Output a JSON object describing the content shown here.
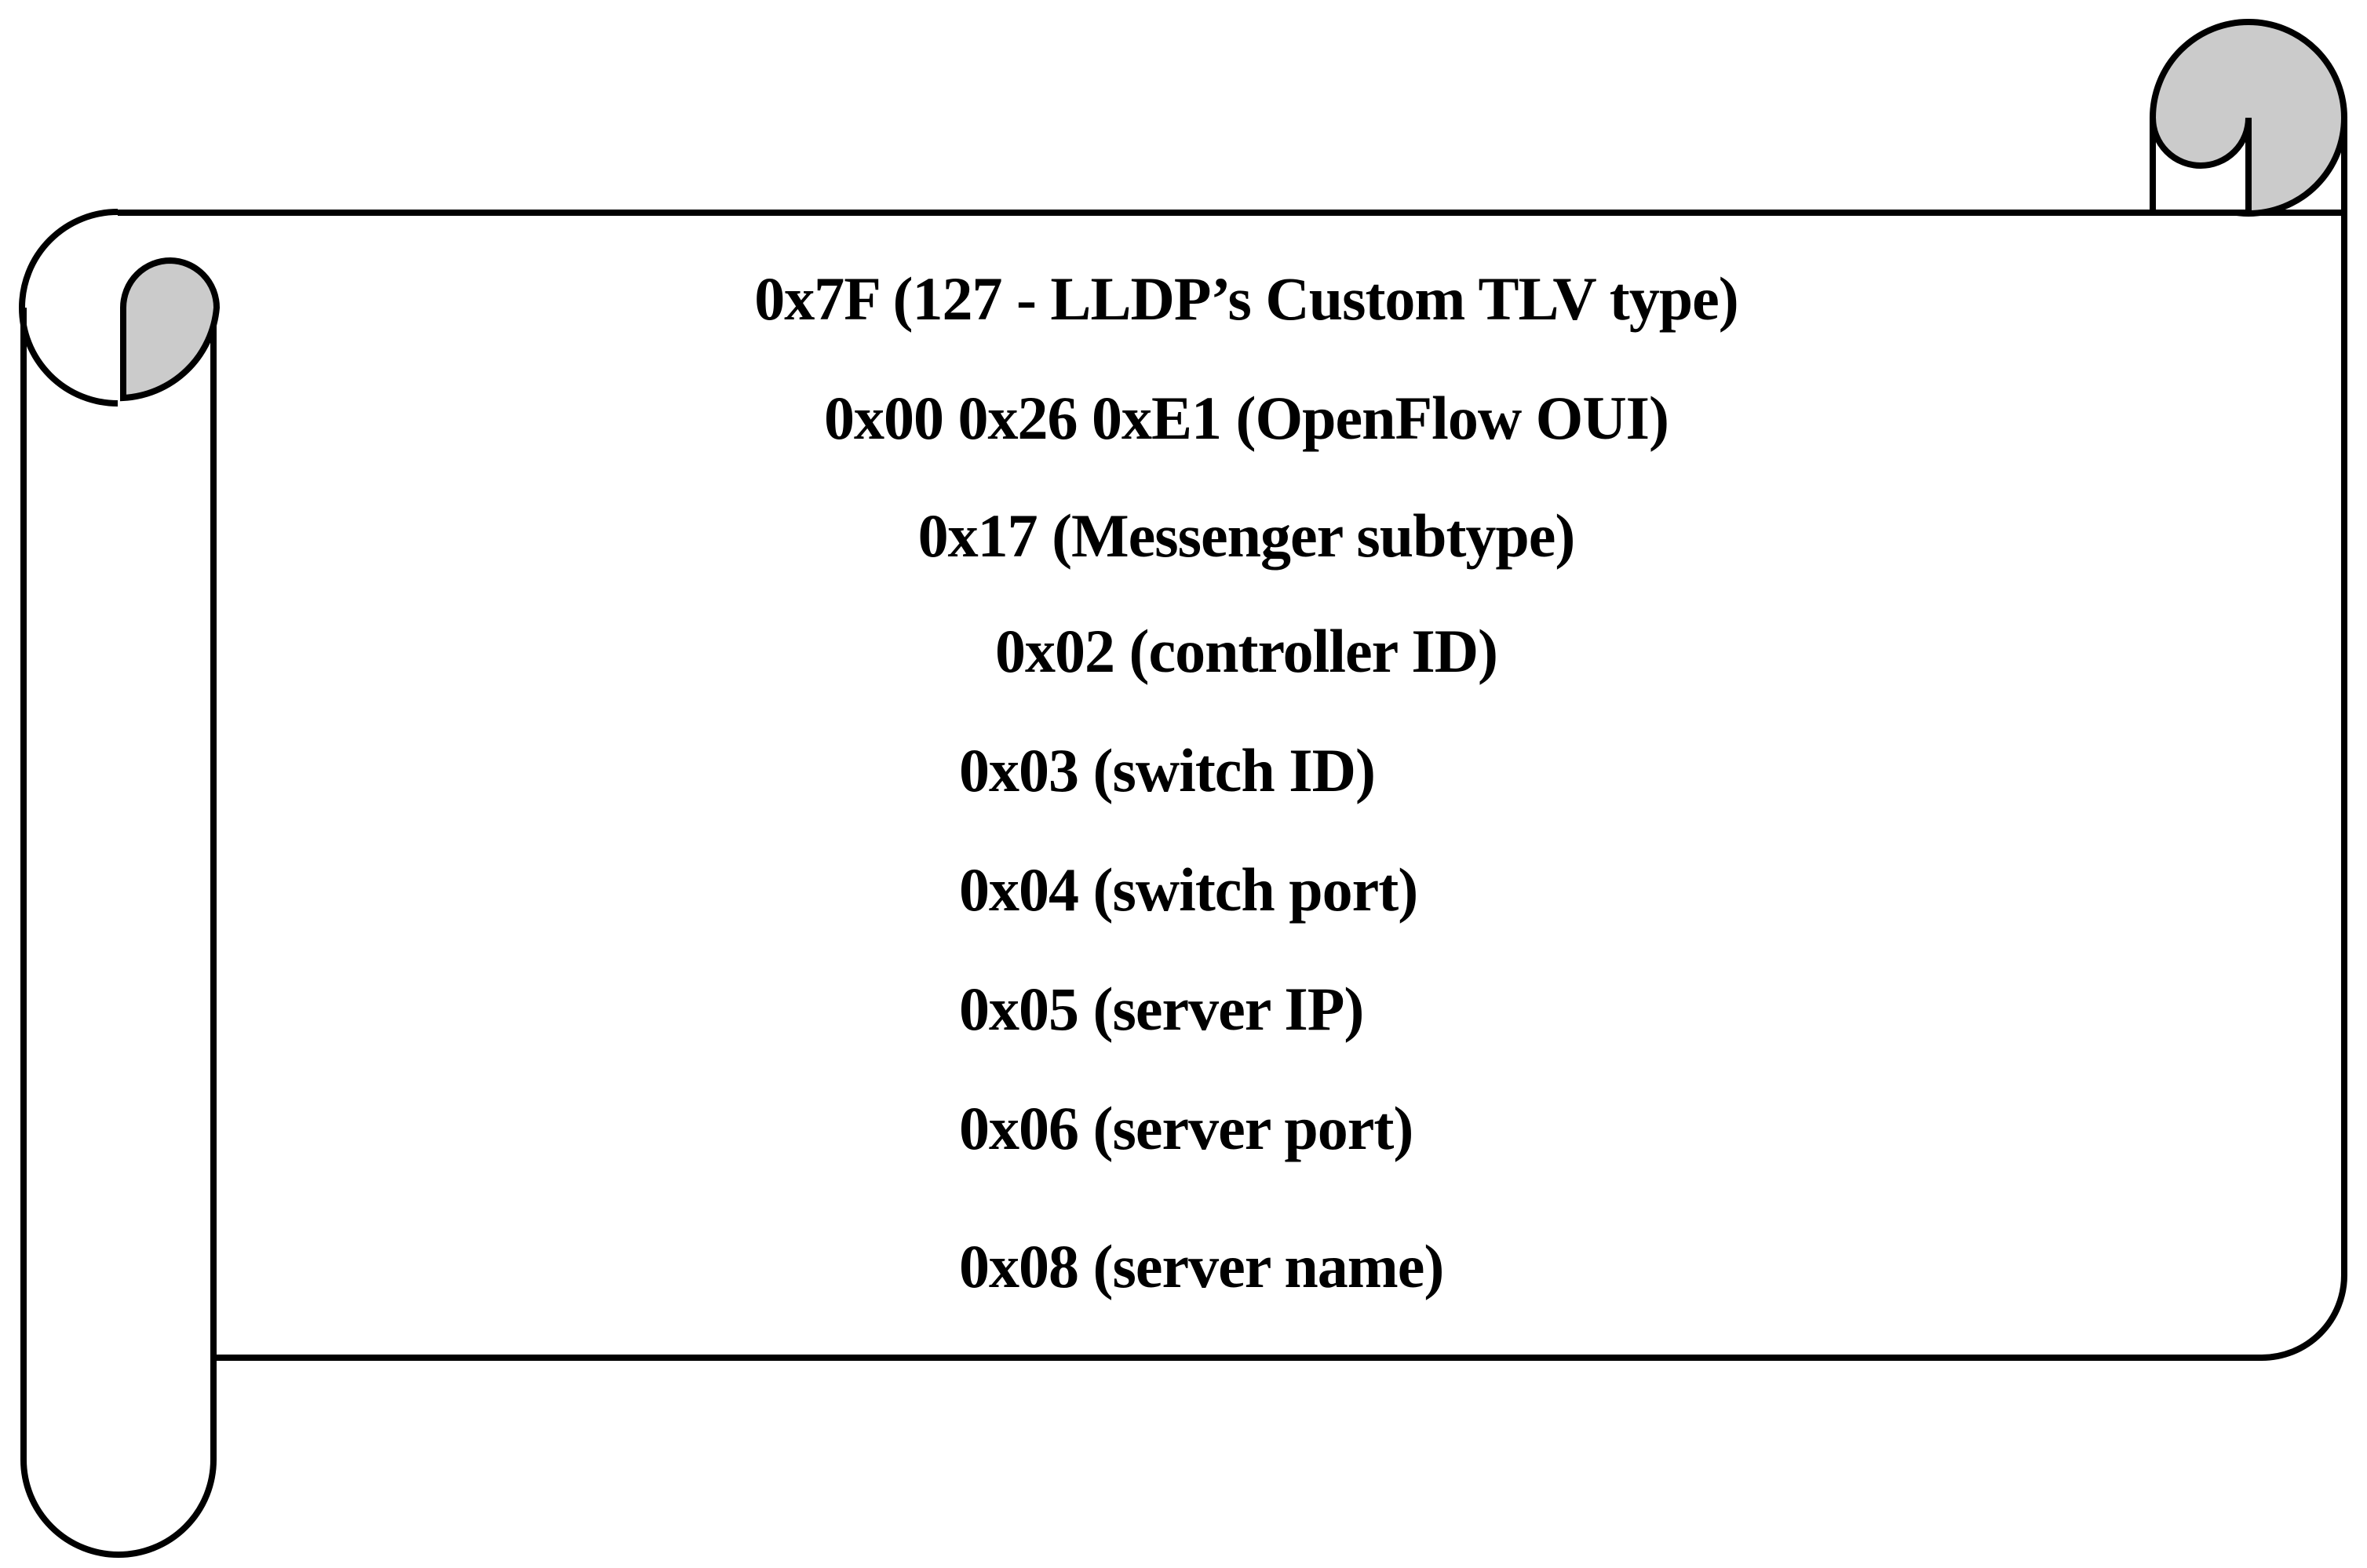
{
  "scroll": {
    "lines": [
      "0x7F (127 - LLDP’s Custom TLV type)",
      "0x00 0x26 0xE1 (OpenFlow OUI)",
      "0x17 (Messenger subtype)",
      "0x02 (controller ID)",
      "0x03 (switch ID)",
      "0x04 (switch port)",
      "0x05 (server IP)",
      "0x06 (server port)",
      "0x08 (server name)"
    ]
  },
  "colors": {
    "outline": "#000000",
    "roll_fill": "#CBCBCB",
    "page": "#FFFFFF"
  }
}
